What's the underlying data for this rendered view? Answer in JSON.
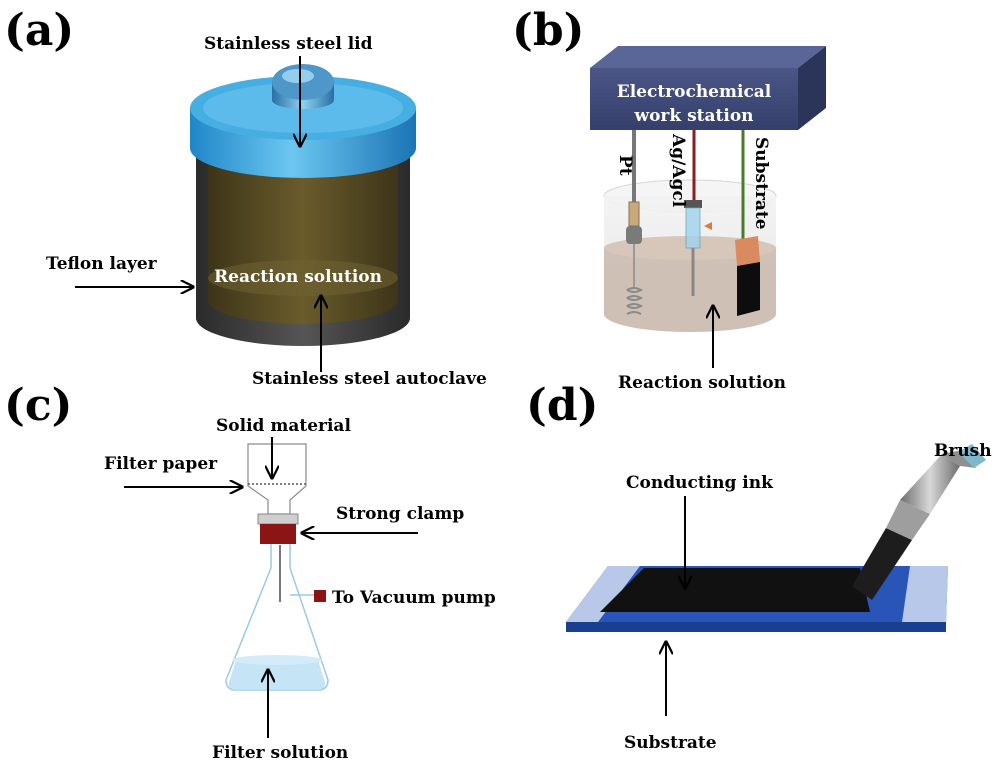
{
  "panels": {
    "a": {
      "tag": "(a)",
      "lid_label": "Stainless steel lid",
      "teflon_label": "Teflon layer",
      "solution_label": "Reaction solution",
      "autoclave_label": "Stainless steel autoclave"
    },
    "b": {
      "tag": "(b)",
      "station_line1": "Electrochemical",
      "station_line2": "work station",
      "pt_label": "Pt",
      "ref_label": "Ag/Agcl",
      "substrate_label": "Substrate",
      "solution_label": "Reaction solution"
    },
    "c": {
      "tag": "(c)",
      "solid_label": "Solid material",
      "filter_paper_label": "Filter paper",
      "clamp_label": "Strong clamp",
      "vacuum_label": "To Vacuum pump",
      "filtrate_label": "Filter solution"
    },
    "d": {
      "tag": "(d)",
      "ink_label": "Conducting ink",
      "brush_label": "Brush",
      "substrate_label": "Substrate"
    }
  },
  "colors": {
    "lid_blue": "#3ba3dc",
    "autoclave_dark": "#3a3a3a",
    "solution_olive": "#4f4420",
    "station_navy": "#3f4a78",
    "clamp_red": "#8b1414",
    "substrate_blue": "#2a55b8",
    "ink_black": "#111111"
  }
}
